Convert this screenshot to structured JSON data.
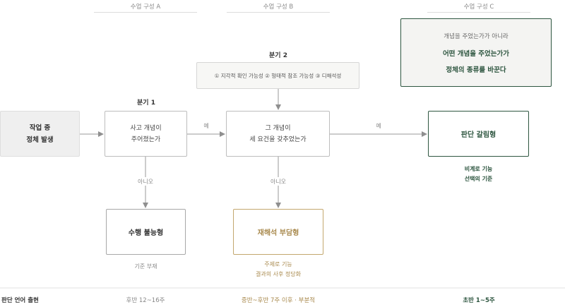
{
  "columns": {
    "a": "수업 구성 A",
    "b": "수업 구성 B",
    "c": "수업 구성 C"
  },
  "note_box": {
    "line1": "개념을 주었는가가 아니라",
    "line2": "어떤 개념을 주었는가가",
    "line3": "정체의 종류를 바꾼다"
  },
  "branch2": {
    "label": "분기 2",
    "criteria": "① 지각적 확인 가능성 ② 형태적 참조 가능성 ③ 디해석성"
  },
  "branch1": {
    "label": "분기 1"
  },
  "start": {
    "line1": "작업 중",
    "line2": "정체 발생"
  },
  "q1": {
    "line1": "사고 개념이",
    "line2": "주어졌는가"
  },
  "q2": {
    "line1": "그 개념이",
    "line2": "세 요건을 갖추었는가"
  },
  "edges": {
    "yes1": "예",
    "yes2": "예",
    "no1": "아니오",
    "no2": "아니오"
  },
  "outcome_judgment": {
    "title": "판단 갈림형",
    "desc1": "비계로 기능",
    "desc2": "선택의 기준"
  },
  "outcome_inability": {
    "title": "수행 불능형",
    "desc": "기준 부재"
  },
  "outcome_reinterpret": {
    "title": "재해석 부담형",
    "desc1": "주제로 기능",
    "desc2": "결과의 사후 정당화"
  },
  "footer": {
    "label": "판단 언어 출현",
    "a": "후반 12~16주",
    "b": "중반~후반 7주 이후 · 부분적",
    "c": "초반 1~5주"
  },
  "colors": {
    "green": "#2e5640",
    "gold": "#a98a4e",
    "gray_fill": "#efefef",
    "light_fill": "#f7f7f5"
  }
}
